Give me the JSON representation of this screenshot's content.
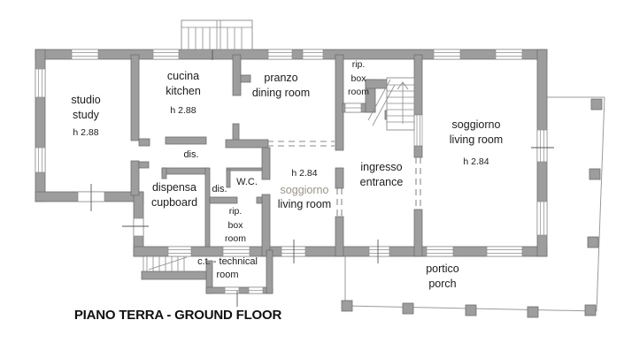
{
  "title": "PIANO TERRA - GROUND FLOOR",
  "colors": {
    "wall": "#9d9d9d",
    "wall-stroke": "#6f6f6f",
    "line": "#8a8a8a",
    "text": "#1c1c1c",
    "muted": "#9a948a",
    "bg": "#ffffff"
  },
  "rooms": {
    "studio": {
      "name_it": "studio",
      "name_en": "study",
      "height": "h 2.88"
    },
    "kitchen": {
      "name_it": "cucina",
      "name_en": "kitchen",
      "height": "h 2.88"
    },
    "dining": {
      "name_it": "pranzo",
      "name_en": "dining room"
    },
    "box_top": {
      "l1": "rip.",
      "l2": "box",
      "l3": "room"
    },
    "living_right": {
      "name_it": "soggiorno",
      "name_en": "living room",
      "height": "h 2.84"
    },
    "entrance": {
      "name_it": "ingresso",
      "name_en": "entrance"
    },
    "hall_top": {
      "label": "dis."
    },
    "cupboard": {
      "name_it": "dispensa",
      "name_en": "cupboard"
    },
    "hall_mid": {
      "label": "dis."
    },
    "wc": {
      "label": "W.C."
    },
    "living_center": {
      "height": "h 2.84",
      "name_it": "soggiorno",
      "name_en": "living room"
    },
    "box_bottom": {
      "l1": "rip.",
      "l2": "box",
      "l3": "room"
    },
    "technical": {
      "l1": "c.t. - technical",
      "l2": "room"
    },
    "porch": {
      "name_it": "portico",
      "name_en": "porch"
    }
  }
}
